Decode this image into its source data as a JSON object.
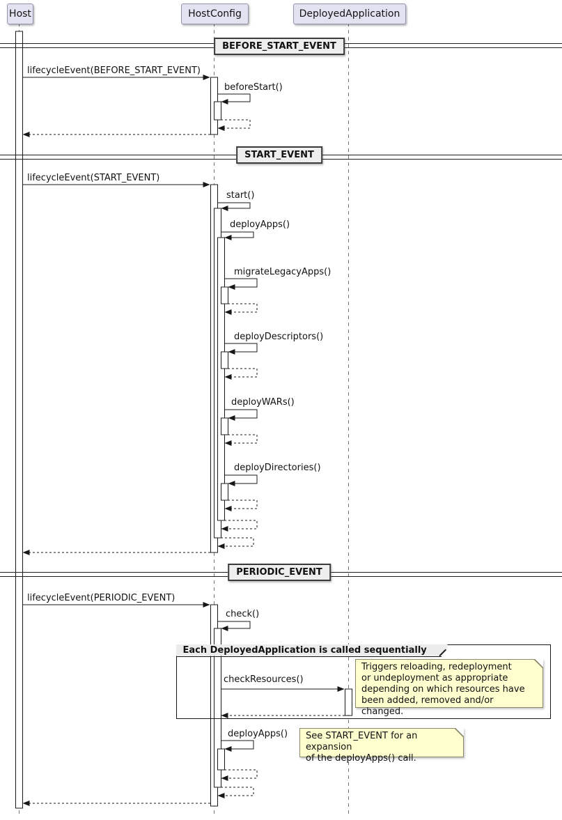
{
  "participants": [
    {
      "name": "Host"
    },
    {
      "name": "HostConfig"
    },
    {
      "name": "DeployedApplication"
    }
  ],
  "dividers": [
    {
      "label": "BEFORE_START_EVENT"
    },
    {
      "label": "START_EVENT"
    },
    {
      "label": "PERIODIC_EVENT"
    }
  ],
  "messages": {
    "m_lifecycle_before_start": "lifecycleEvent(BEFORE_START_EVENT)",
    "m_before_start": "beforeStart()",
    "m_lifecycle_start": "lifecycleEvent(START_EVENT)",
    "m_start": "start()",
    "m_deploy_apps": "deployApps()",
    "m_migrate_legacy_apps": "migrateLegacyApps()",
    "m_deploy_descriptors": "deployDescriptors()",
    "m_deploy_wars": "deployWARs()",
    "m_deploy_directories": "deployDirectories()",
    "m_lifecycle_periodic": "lifecycleEvent(PERIODIC_EVENT)",
    "m_check": "check()",
    "m_check_resources": "checkResources()",
    "m_deploy_apps_2": "deployApps()"
  },
  "group": {
    "label": "Each DeployedApplication is called sequentially"
  },
  "notes": {
    "check_resources": {
      "lines": [
        "Triggers reloading, redeployment",
        "or undeployment as appropriate",
        "depending on which resources have",
        "been added, removed and/or changed."
      ]
    },
    "deploy_apps": {
      "lines": [
        "See START_EVENT for an expansion",
        "of the deployApps() call."
      ]
    }
  },
  "colors": {
    "participant_fill": "#E2E2F0",
    "participant_border": "#9093AC",
    "note_fill": "#FEFECE",
    "note_border": "#8A8A6D",
    "divider_fill": "#EEEEEE",
    "group_header_fill": "#ECECEC",
    "line": "#181818",
    "lifeline": "#757575"
  }
}
